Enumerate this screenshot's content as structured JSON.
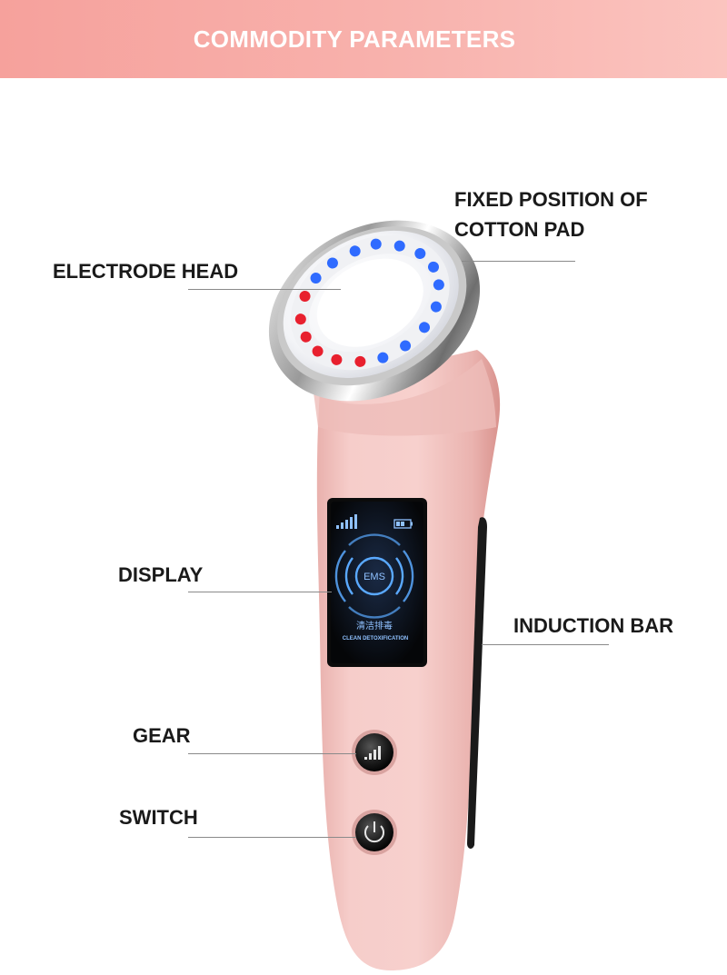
{
  "header": {
    "title": "COMMODITY PARAMETERS"
  },
  "labels": {
    "fixed_position": [
      "FIXED POSITION OF",
      "COTTON PAD"
    ],
    "electrode_head": "ELECTRODE HEAD",
    "display": "DISPLAY",
    "induction_bar": "INDUCTION BAR",
    "gear": "GEAR",
    "switch": "SWITCH"
  },
  "screen": {
    "mode_badge": "EMS",
    "mode_name": "清洁排毒",
    "mode_subtitle": "CLEAN DETOXIFICATION"
  },
  "colors": {
    "banner": "#f8b0aa",
    "body": "#f5c6c4",
    "led_red": "#e8202e",
    "led_blue": "#2f6bff",
    "screen_glow": "#5aa9ff"
  }
}
